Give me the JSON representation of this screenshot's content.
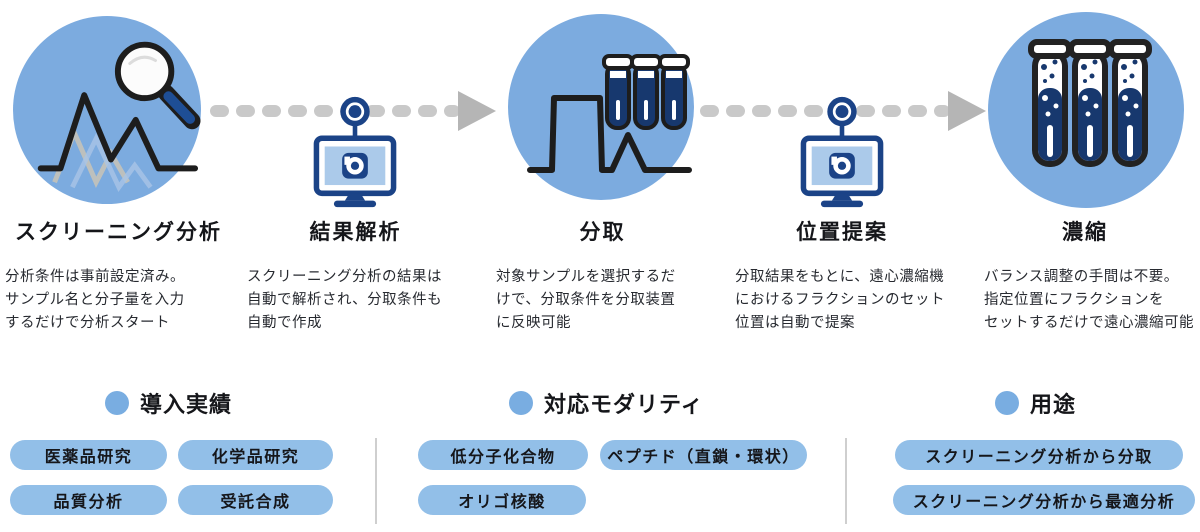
{
  "palette": {
    "circle_blue": "#7cabdf",
    "chip_blue": "#92bfe8",
    "navy": "#1b4387",
    "tube_navy": "#17386e",
    "outline_black": "#1d1d1d",
    "dot_gray": "#c9c9c9",
    "arrow_gray": "#b5b5b5",
    "screen_light_blue": "#abcaea"
  },
  "steps": [
    {
      "label": "スクリーニング分析",
      "icon": "chromatogram-magnifier-icon",
      "lines": [
        "分析条件は事前設定済み。",
        "サンプル名と分子量を入力",
        "するだけで分析スタート"
      ]
    },
    {
      "label": "結果解析",
      "icon": "software-monitor-icon",
      "lines": [
        "スクリーニング分析の結果は",
        "自動で解析され、分取条件も",
        "自動で作成"
      ]
    },
    {
      "label": "分取",
      "icon": "fractionation-peak-tubes-icon",
      "lines": [
        "対象サンプルを選択するだ",
        "けで、分取条件を分取装置",
        "に反映可能"
      ]
    },
    {
      "label": "位置提案",
      "icon": "software-monitor-icon",
      "lines": [
        "分取結果をもとに、遠心濃縮機",
        "におけるフラクションのセット",
        "位置は自動で提案"
      ]
    },
    {
      "label": "濃縮",
      "icon": "concentration-tubes-icon",
      "lines": [
        "バランス調整の手間は不要。",
        "指定位置にフラクションを",
        "セットするだけで遠心濃縮可能"
      ]
    }
  ],
  "sections": [
    {
      "heading": "導入実績",
      "chips": [
        "医薬品研究",
        "化学品研究",
        "品質分析",
        "受託合成"
      ]
    },
    {
      "heading": "対応モダリティ",
      "chips": [
        "低分子化合物",
        "ペプチド（直鎖・環状）",
        "オリゴ核酸"
      ]
    },
    {
      "heading": "用途",
      "chips": [
        "スクリーニング分析から分取",
        "スクリーニング分析から最適分析"
      ]
    }
  ]
}
